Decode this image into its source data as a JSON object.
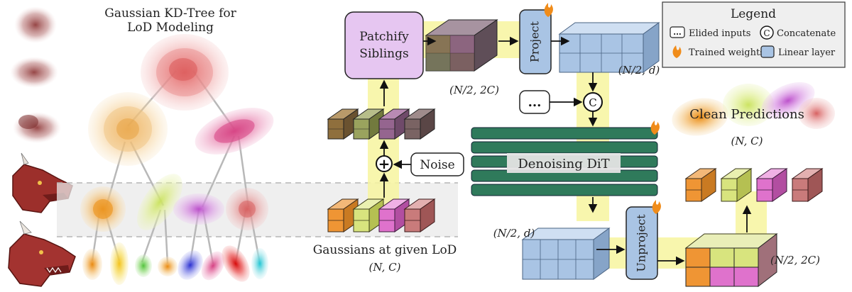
{
  "kdtree": {
    "title_line1": "Gaussian KD-Tree for",
    "title_line2": "LoD Modeling"
  },
  "pipeline": {
    "patchify_line1": "Patchify",
    "patchify_line2": "Siblings",
    "project": "Project",
    "unproject": "Unproject",
    "noise": "Noise",
    "denoiser": "Denoising DiT",
    "elided": "...",
    "concat_symbol": "C",
    "plus_symbol": "+",
    "input_caption": "Gaussians at given LoD",
    "clean_predictions": "Clean Predictions",
    "dim_input": "(N, C)",
    "dim_prediction": "(N, C)",
    "dim_patch_top": "(N/2, 2C)",
    "dim_proj": "(N/2, d)",
    "dim_dit_out": "(N/2, d)",
    "dim_unproj": "(N/2, 2C)"
  },
  "legend": {
    "title": "Legend",
    "elided_symbol": "...",
    "elided_label": "Elided inputs",
    "concat_symbol": "C",
    "concat_label": "Concatenate",
    "trained_label": "Trained weights",
    "linear_label": "Linear layer"
  },
  "colors": {
    "orange": "#ef9534",
    "lime": "#d8e47e",
    "magenta": "#df72cc",
    "rose": "#c97b7b",
    "blue": "#a9c4e4",
    "blue_edge": "#4a6382",
    "purple_box": "#e6c6f1",
    "green_bar": "#2f7a5b",
    "highlight": "#f7f59f"
  }
}
